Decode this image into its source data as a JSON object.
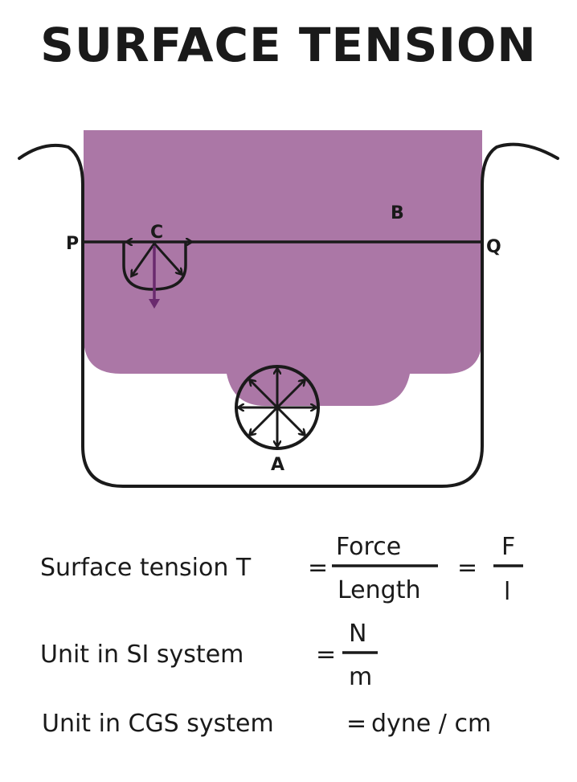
{
  "title": "SURFACE TENSION",
  "colors": {
    "liquid": "#ab77a6",
    "arrow_down": "#6a2a6e",
    "outline": "#1a1a1a"
  },
  "diagram": {
    "label_p": "P",
    "label_q": "Q",
    "label_a": "A",
    "label_b": "B",
    "label_c": "C"
  },
  "formulas": {
    "surface_tension_lhs": "Surface tension T",
    "eq1": "=",
    "force": "Force",
    "length": "Length",
    "eq2": "=",
    "f": "F",
    "l": "l",
    "si_lhs": "Unit in SI system",
    "eq3": "=",
    "n": "N",
    "m": "m",
    "cgs_lhs": "Unit in CGS system",
    "eq4": "=",
    "cgs_value": "dyne / cm"
  }
}
